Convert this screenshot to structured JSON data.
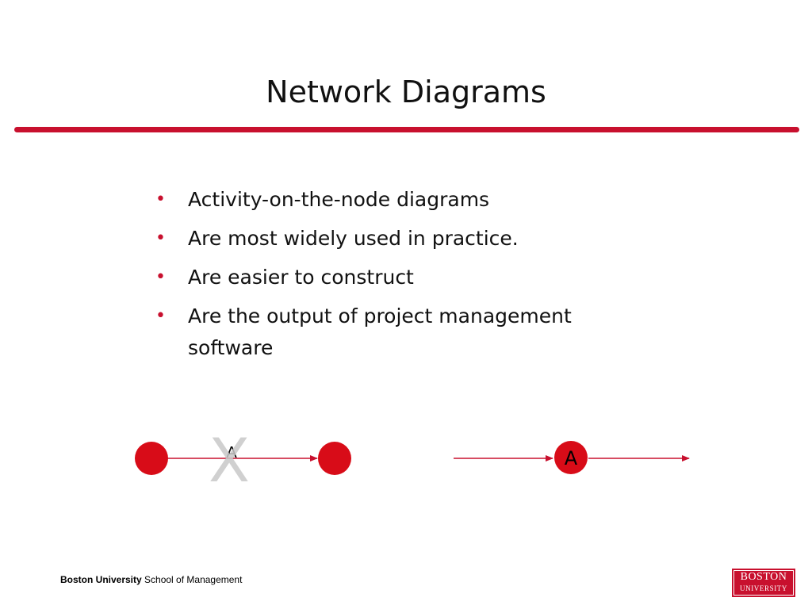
{
  "slide": {
    "title": "Network Diagrams",
    "bullets": [
      "Activity-on-the-node diagrams",
      "Are most widely used in practice.",
      "Are easier to construct",
      "Are the output of project management software"
    ],
    "bullet_glyph": "•"
  },
  "diagram": {
    "aoa": {
      "activity_label": "A",
      "cross_mark": "X"
    },
    "aon": {
      "node_label": "A"
    }
  },
  "footer": {
    "university": "Boston University",
    "school": "School of Management",
    "logo_line1": "BOSTON",
    "logo_line2": "UNIVERSITY"
  },
  "colors": {
    "accent": "#c8102e",
    "cross": "#c8c8c8"
  }
}
